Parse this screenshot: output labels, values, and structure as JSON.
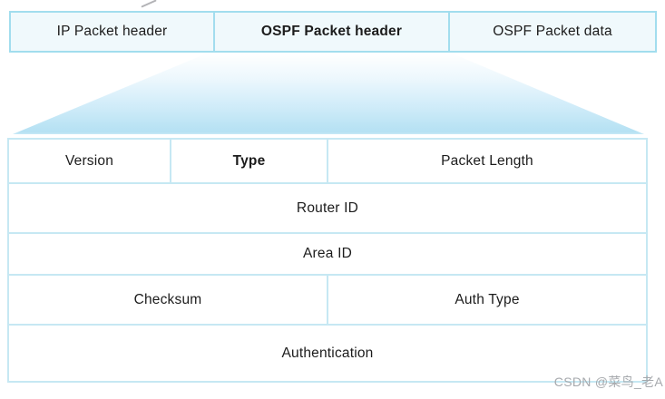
{
  "header_row": {
    "cells": [
      {
        "label": "IP Packet header"
      },
      {
        "label": "OSPF Packet header"
      },
      {
        "label": "OSPF Packet data"
      }
    ]
  },
  "fields": {
    "version": "Version",
    "type": "Type",
    "packet_length": "Packet Length",
    "router_id": "Router ID",
    "area_id": "Area ID",
    "checksum": "Checksum",
    "auth_type": "Auth Type",
    "authentication": "Authentication"
  },
  "watermark": {
    "text": "CSDN @菜鸟_老A"
  },
  "colors": {
    "header_border": "#a2ddee",
    "header_cell_bg": "#f0f9fc",
    "table_border": "#c6e8f3",
    "funnel_bottom": "#b5e1f3",
    "text": "#1c1c1c",
    "watermark": "#a6a9ad"
  }
}
